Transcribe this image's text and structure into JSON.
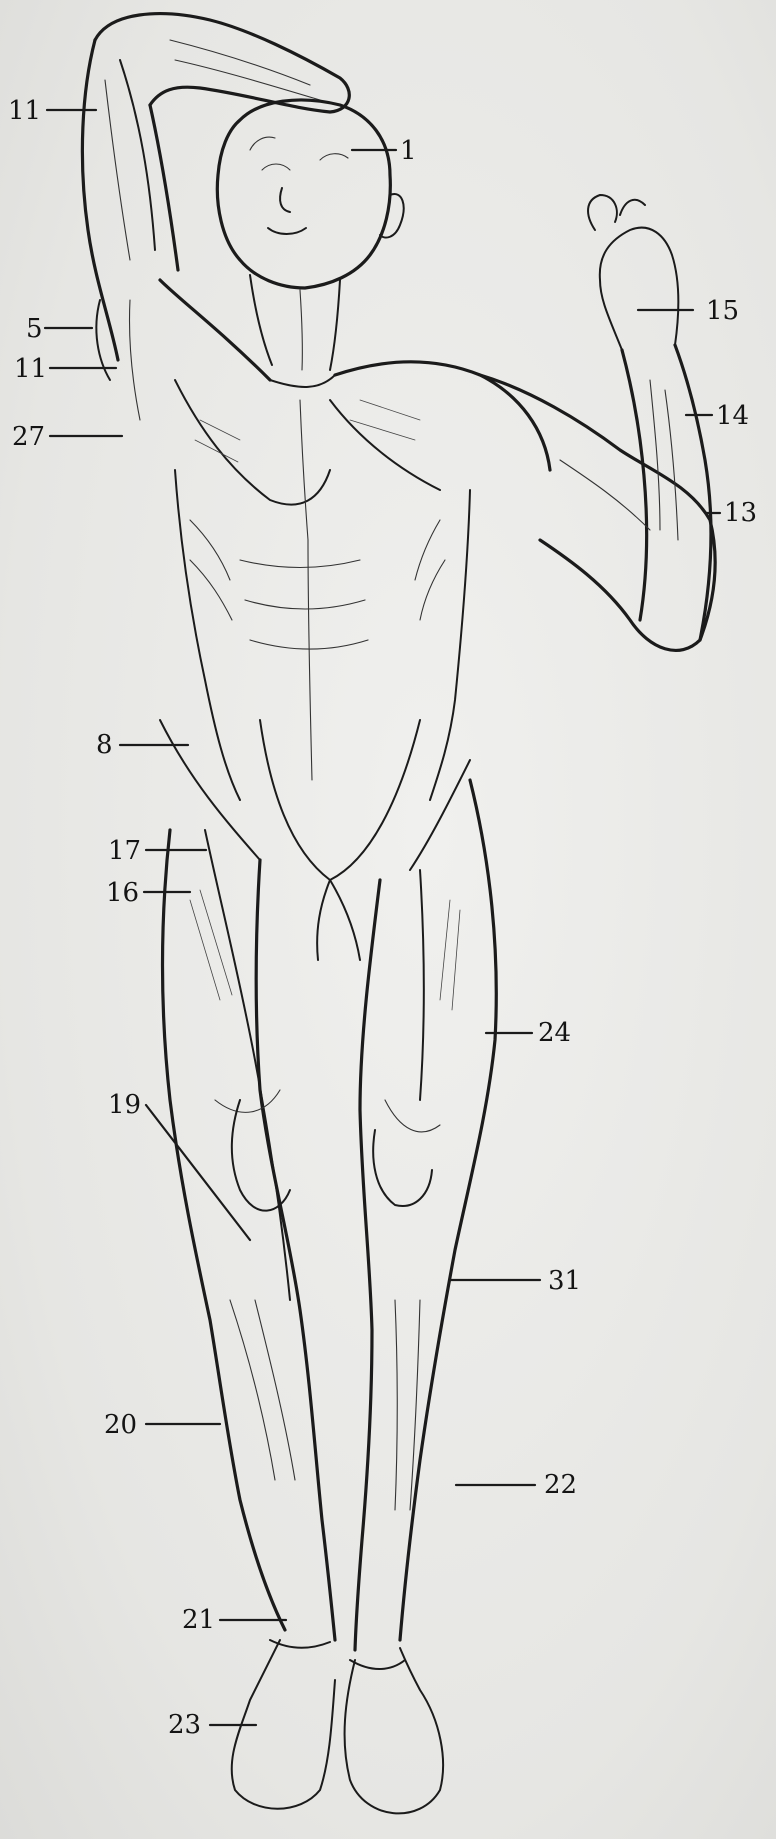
{
  "labels": [
    {
      "id": "l11a",
      "text": "11"
    },
    {
      "id": "l1",
      "text": "1"
    },
    {
      "id": "l15",
      "text": "15"
    },
    {
      "id": "l5",
      "text": "5"
    },
    {
      "id": "l11b",
      "text": "11"
    },
    {
      "id": "l14",
      "text": "14"
    },
    {
      "id": "l27",
      "text": "27"
    },
    {
      "id": "l13",
      "text": "13"
    },
    {
      "id": "l8",
      "text": "8"
    },
    {
      "id": "l17",
      "text": "17"
    },
    {
      "id": "l16",
      "text": "16"
    },
    {
      "id": "l24",
      "text": "24"
    },
    {
      "id": "l19",
      "text": "19"
    },
    {
      "id": "l31",
      "text": "31"
    },
    {
      "id": "l20",
      "text": "20"
    },
    {
      "id": "l22",
      "text": "22"
    },
    {
      "id": "l21",
      "text": "21"
    },
    {
      "id": "l23",
      "text": "23"
    }
  ],
  "colors": {
    "ink": "#1b1b1b",
    "paper": "#e9e9e7"
  }
}
